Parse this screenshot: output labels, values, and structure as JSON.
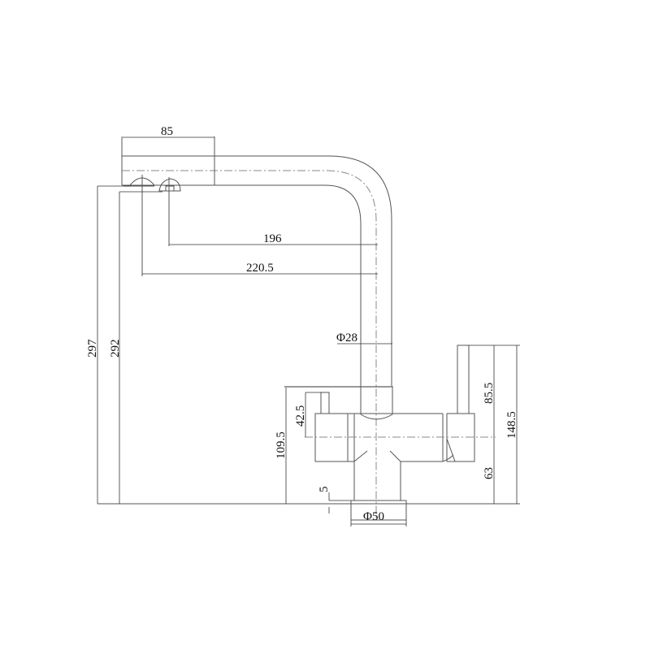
{
  "drawing": {
    "subject": "Kitchen faucet dimension drawing",
    "line_color": "#555555",
    "background": "#ffffff"
  },
  "dimensions": {
    "spout_head_width": "85",
    "outlet_to_center_short": "196",
    "outlet_to_center_long": "220.5",
    "spout_diameter": "Φ28",
    "total_height": "297",
    "outlet_height": "292",
    "lever_height_left": "42.5",
    "body_height": "109.5",
    "base_gap": "5",
    "base_diameter": "Φ50",
    "lever_height_right": "85.5",
    "right_total_height": "148.5",
    "body_center_height": "63"
  }
}
